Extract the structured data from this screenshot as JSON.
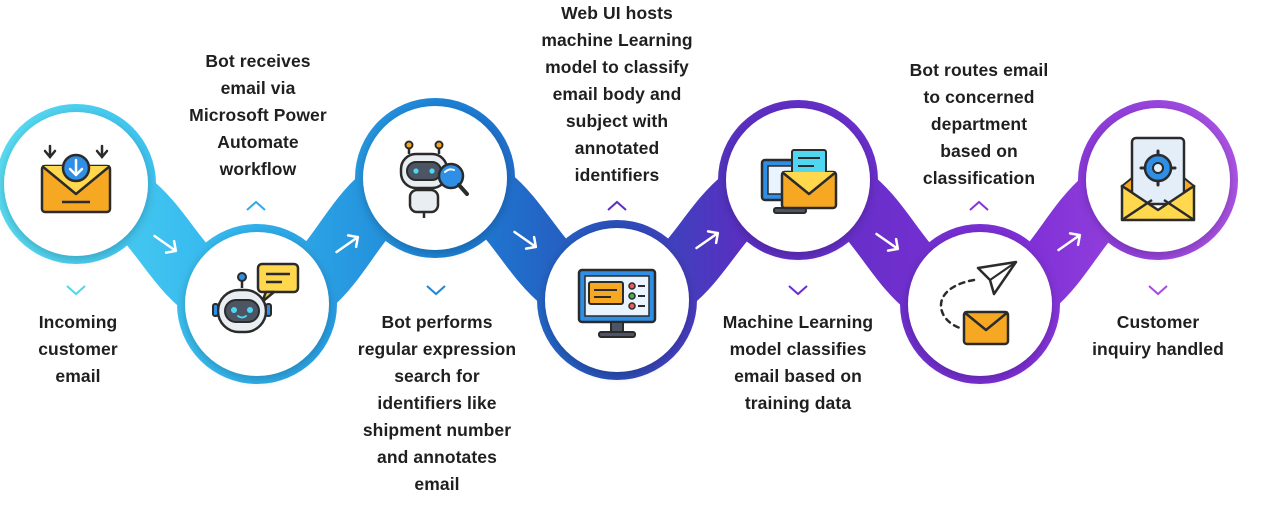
{
  "steps": [
    {
      "id": "s1",
      "label": "Incoming customer email",
      "lines": [
        "Incoming",
        "customer",
        "email"
      ],
      "color": "#4fd6f0",
      "icon": "email-download-icon",
      "text_position": "below"
    },
    {
      "id": "s2",
      "label": "Bot receives email via Microsoft Power Automate workflow",
      "lines": [
        "Bot receives",
        "email via",
        "Microsoft Power",
        "Automate",
        "workflow"
      ],
      "color": "#32a9ea",
      "icon": "chatbot-message-icon",
      "text_position": "above"
    },
    {
      "id": "s3",
      "label": "Bot performs regular expression search for identifiers like shipment number and annotates email",
      "lines": [
        "Bot performs",
        "regular expression",
        "search for",
        "identifiers like",
        "shipment number",
        "and annotates",
        "email"
      ],
      "color": "#1e86d6",
      "icon": "robot-magnifier-icon",
      "text_position": "below"
    },
    {
      "id": "s4",
      "label": "Web UI hosts machine Learning model to classify email body and subject with annotated identifiers",
      "lines": [
        "Web UI hosts",
        "machine Learning",
        "model to classify",
        "email body and",
        "subject with",
        "annotated",
        "identifiers"
      ],
      "color": "#5a2fc2",
      "icon": "web-ui-monitor-icon",
      "text_position": "above"
    },
    {
      "id": "s5",
      "label": "Machine Learning model classifies email based on training data",
      "lines": [
        "Machine Learning",
        "model classifies",
        "email based on",
        "training data"
      ],
      "color": "#6b2dd0",
      "icon": "computer-email-icon",
      "text_position": "below"
    },
    {
      "id": "s6",
      "label": "Bot routes email to concerned department based on classification",
      "lines": [
        "Bot routes email",
        "to concerned",
        "department",
        "based on",
        "classification"
      ],
      "color": "#8a33d8",
      "icon": "send-email-icon",
      "text_position": "above"
    },
    {
      "id": "s7",
      "label": "Customer inquiry handled",
      "lines": [
        "Customer",
        "inquiry handled"
      ],
      "color": "#a14ee2",
      "icon": "email-settings-icon",
      "text_position": "below"
    }
  ],
  "colors": {
    "text": "#1f1f1f",
    "cyan": "#4fd6f0",
    "blue": "#1e86d6",
    "purple": "#a14ee2",
    "icon_orange": "#f7a823",
    "icon_yellow": "#ffd84d",
    "icon_blue": "#2f8fe6",
    "icon_outline": "#2b2b2b"
  }
}
